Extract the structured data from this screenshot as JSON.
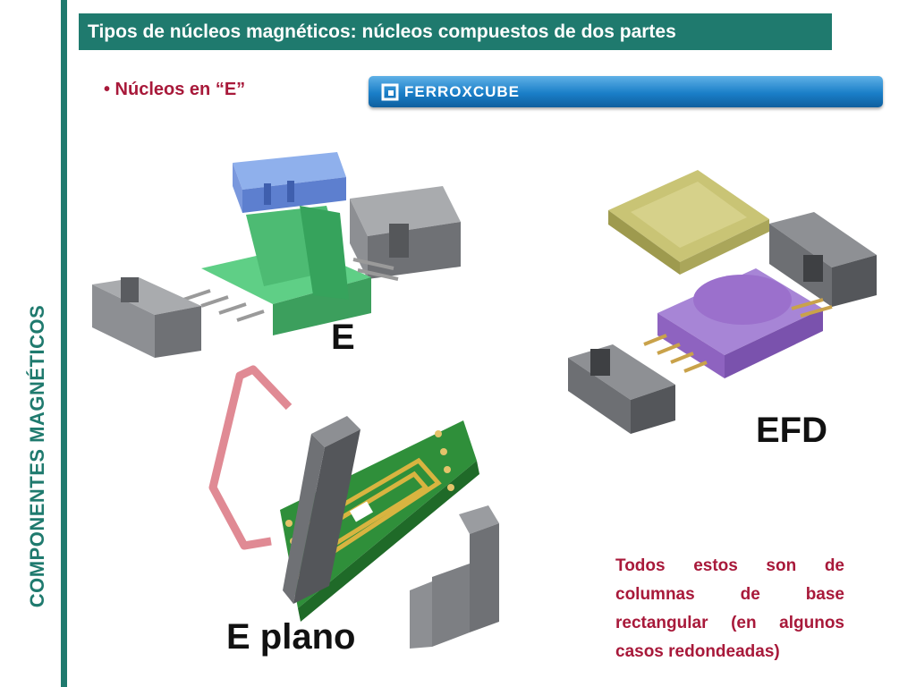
{
  "sidebar": {
    "title": "COMPONENTES MAGNÉTICOS"
  },
  "header": {
    "title": "Tipos de núcleos magnéticos: núcleos compuestos de dos partes"
  },
  "bullet": {
    "text": "• Núcleos en “E”"
  },
  "logo": {
    "text": "FERROXCUBE"
  },
  "figures": {
    "e_label": "E",
    "efd_label": "EFD",
    "eplano_label": "E plano"
  },
  "note": {
    "text": "Todos estos son de columnas de base rectangular (en algunos casos redondeadas)"
  },
  "colors": {
    "accent": "#1f7a6e",
    "text_red": "#a8193a",
    "core_gray": "#7a7c80",
    "bobbin_green": "#4dbb73",
    "bobbin_purple": "#8e63c0",
    "clip_blue": "#7f9ee0",
    "clip_olive": "#b8b35e",
    "clip_pink": "#e08a94",
    "pcb_green": "#2f8f3a",
    "trace_gold": "#d8b440"
  }
}
